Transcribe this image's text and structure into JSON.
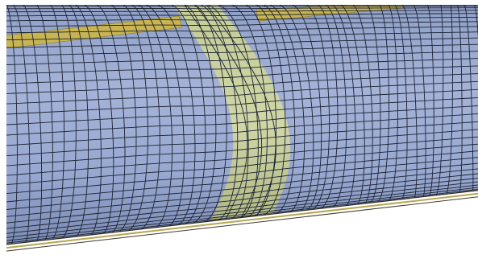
{
  "scene": {
    "description_label": "",
    "colors": {
      "background": "#ffffff",
      "surface": "#9aa9cf",
      "surface_light": "#b3c0e0",
      "surface_dark": "#7f8fb8",
      "mesh_line": "#1c2333",
      "band_fill": "#c8cf9a",
      "band_fill_dark": "#aab27a",
      "stripe_fill": "#c9b452",
      "edge_line": "#b8a650"
    },
    "parts": [
      {
        "name": "cylindrical-shell",
        "color_key": "surface"
      },
      {
        "name": "circumferential-band",
        "color_key": "band_fill"
      },
      {
        "name": "longitudinal-stripe",
        "color_key": "stripe_fill"
      }
    ]
  }
}
